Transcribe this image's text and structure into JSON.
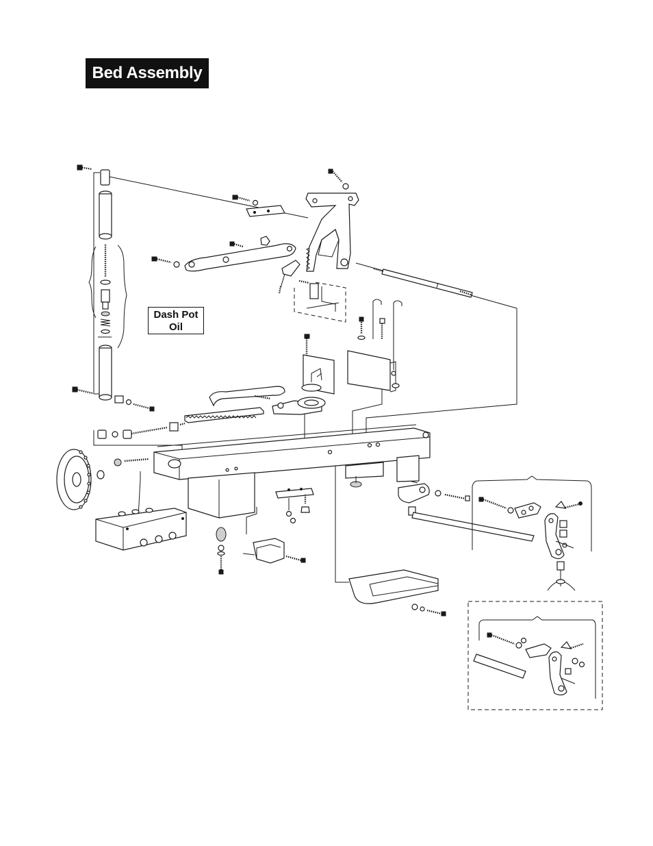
{
  "title": "Bed Assembly",
  "callout": {
    "line1": "Dash Pot",
    "line2": "Oil"
  },
  "colors": {
    "title_bg": "#111111",
    "title_text": "#ffffff",
    "line": "#1a1a1a",
    "background": "#ffffff"
  }
}
